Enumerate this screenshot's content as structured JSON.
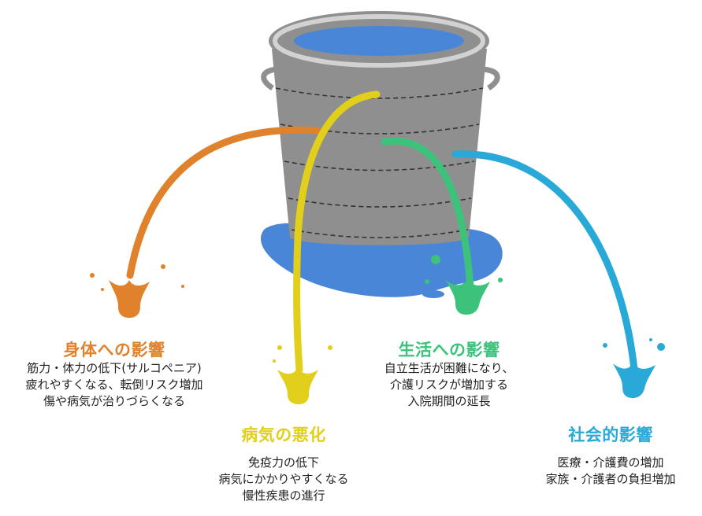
{
  "colors": {
    "body": "#e0822b",
    "disease": "#e1cf1b",
    "life": "#3cc27a",
    "social": "#29a9d8",
    "bucket": "#8f8f8f",
    "water": "#4a86d8"
  },
  "body_effects": {
    "title": "身体への影響",
    "lines": [
      "筋力・体力の低下(サルコペニア)",
      "疲れやすくなる、転倒リスク増加",
      "傷や病気が治りづらくなる"
    ]
  },
  "disease": {
    "title": "病気の悪化",
    "lines": [
      "免疫力の低下",
      "病気にかかりやすくなる",
      "慢性疾患の進行"
    ]
  },
  "life": {
    "title": "生活への影響",
    "lines": [
      "自立生活が困難になり、",
      "介護リスクが増加する",
      "入院期間の延長"
    ]
  },
  "social": {
    "title": "社会的影響",
    "lines": [
      "医療・介護費の増加",
      "家族・介護者の負担増加"
    ]
  }
}
